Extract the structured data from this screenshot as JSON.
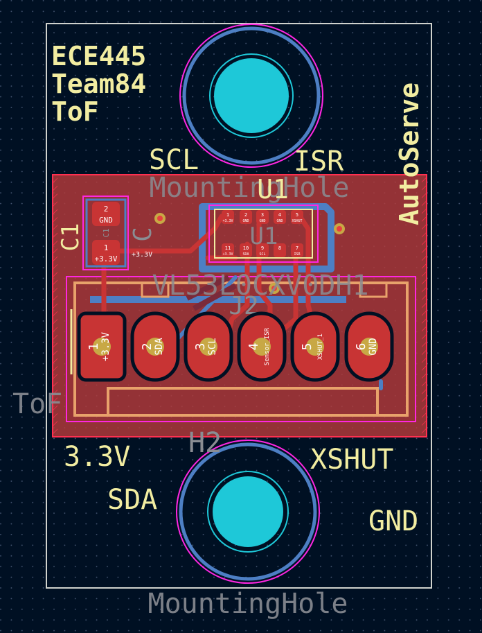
{
  "colors": {
    "background": "#001023",
    "grid_dot": "#4a5a78",
    "edge_cuts": "#d0d2cd",
    "silkscreen": "#f2eda1",
    "fab": "#8a8d93",
    "copper_front": "#c83434",
    "copper_back": "#4d7fc4",
    "courtyard": "#ff26e2",
    "hole": "#1ec8d8",
    "pad_label": "#ffffff",
    "zone_fill": "#b04040"
  },
  "silk": {
    "title_line1": "ECE445",
    "title_line2": "Team84",
    "title_line3": "ToF",
    "autoserve": "AutoServe",
    "scl": "SCL",
    "isr": "ISR",
    "v33": "3.3V",
    "sda": "SDA",
    "xshut": "XSHUT",
    "gnd": "GND",
    "c1_ref": "C1",
    "u1_ref": "U1",
    "j2_ref": "J2",
    "tof_left": "ToF"
  },
  "fab": {
    "mounting_hole_top": "MountingHole",
    "mounting_hole_bottom": "MountingHole",
    "h2": "H2",
    "u1_value": "VL53L0CXV0DH1",
    "c_value": "C",
    "u1_inner": "U1",
    "c1_inner": "C1",
    "u1_small": "U1"
  },
  "capacitor": {
    "pad1_num": "1",
    "pad1_net": "+3.3V",
    "pad2_num": "2",
    "pad2_net": "GND",
    "trace_net": "+3.3V"
  },
  "sensor_pads": [
    {
      "num": "1",
      "net": "+3.3V"
    },
    {
      "num": "2",
      "net": "GND"
    },
    {
      "num": "3",
      "net": "GND"
    },
    {
      "num": "4",
      "net": "GND"
    },
    {
      "num": "5",
      "net": "XSHUT"
    },
    {
      "num": "11",
      "net": "+3.3V"
    },
    {
      "num": "10",
      "net": "SDA"
    },
    {
      "num": "9",
      "net": "SCL"
    },
    {
      "num": "8",
      "net": ""
    },
    {
      "num": "7",
      "net": "ISR"
    }
  ],
  "connector_pins": [
    {
      "num": "1",
      "net": "+3.3V"
    },
    {
      "num": "2",
      "net": "SDA"
    },
    {
      "num": "3",
      "net": "SCL"
    },
    {
      "num": "4",
      "net": "Sensor_ISR"
    },
    {
      "num": "5",
      "net": "XSHUT_1"
    },
    {
      "num": "6",
      "net": "GND"
    }
  ],
  "trace_label_v33": "+3.3V"
}
